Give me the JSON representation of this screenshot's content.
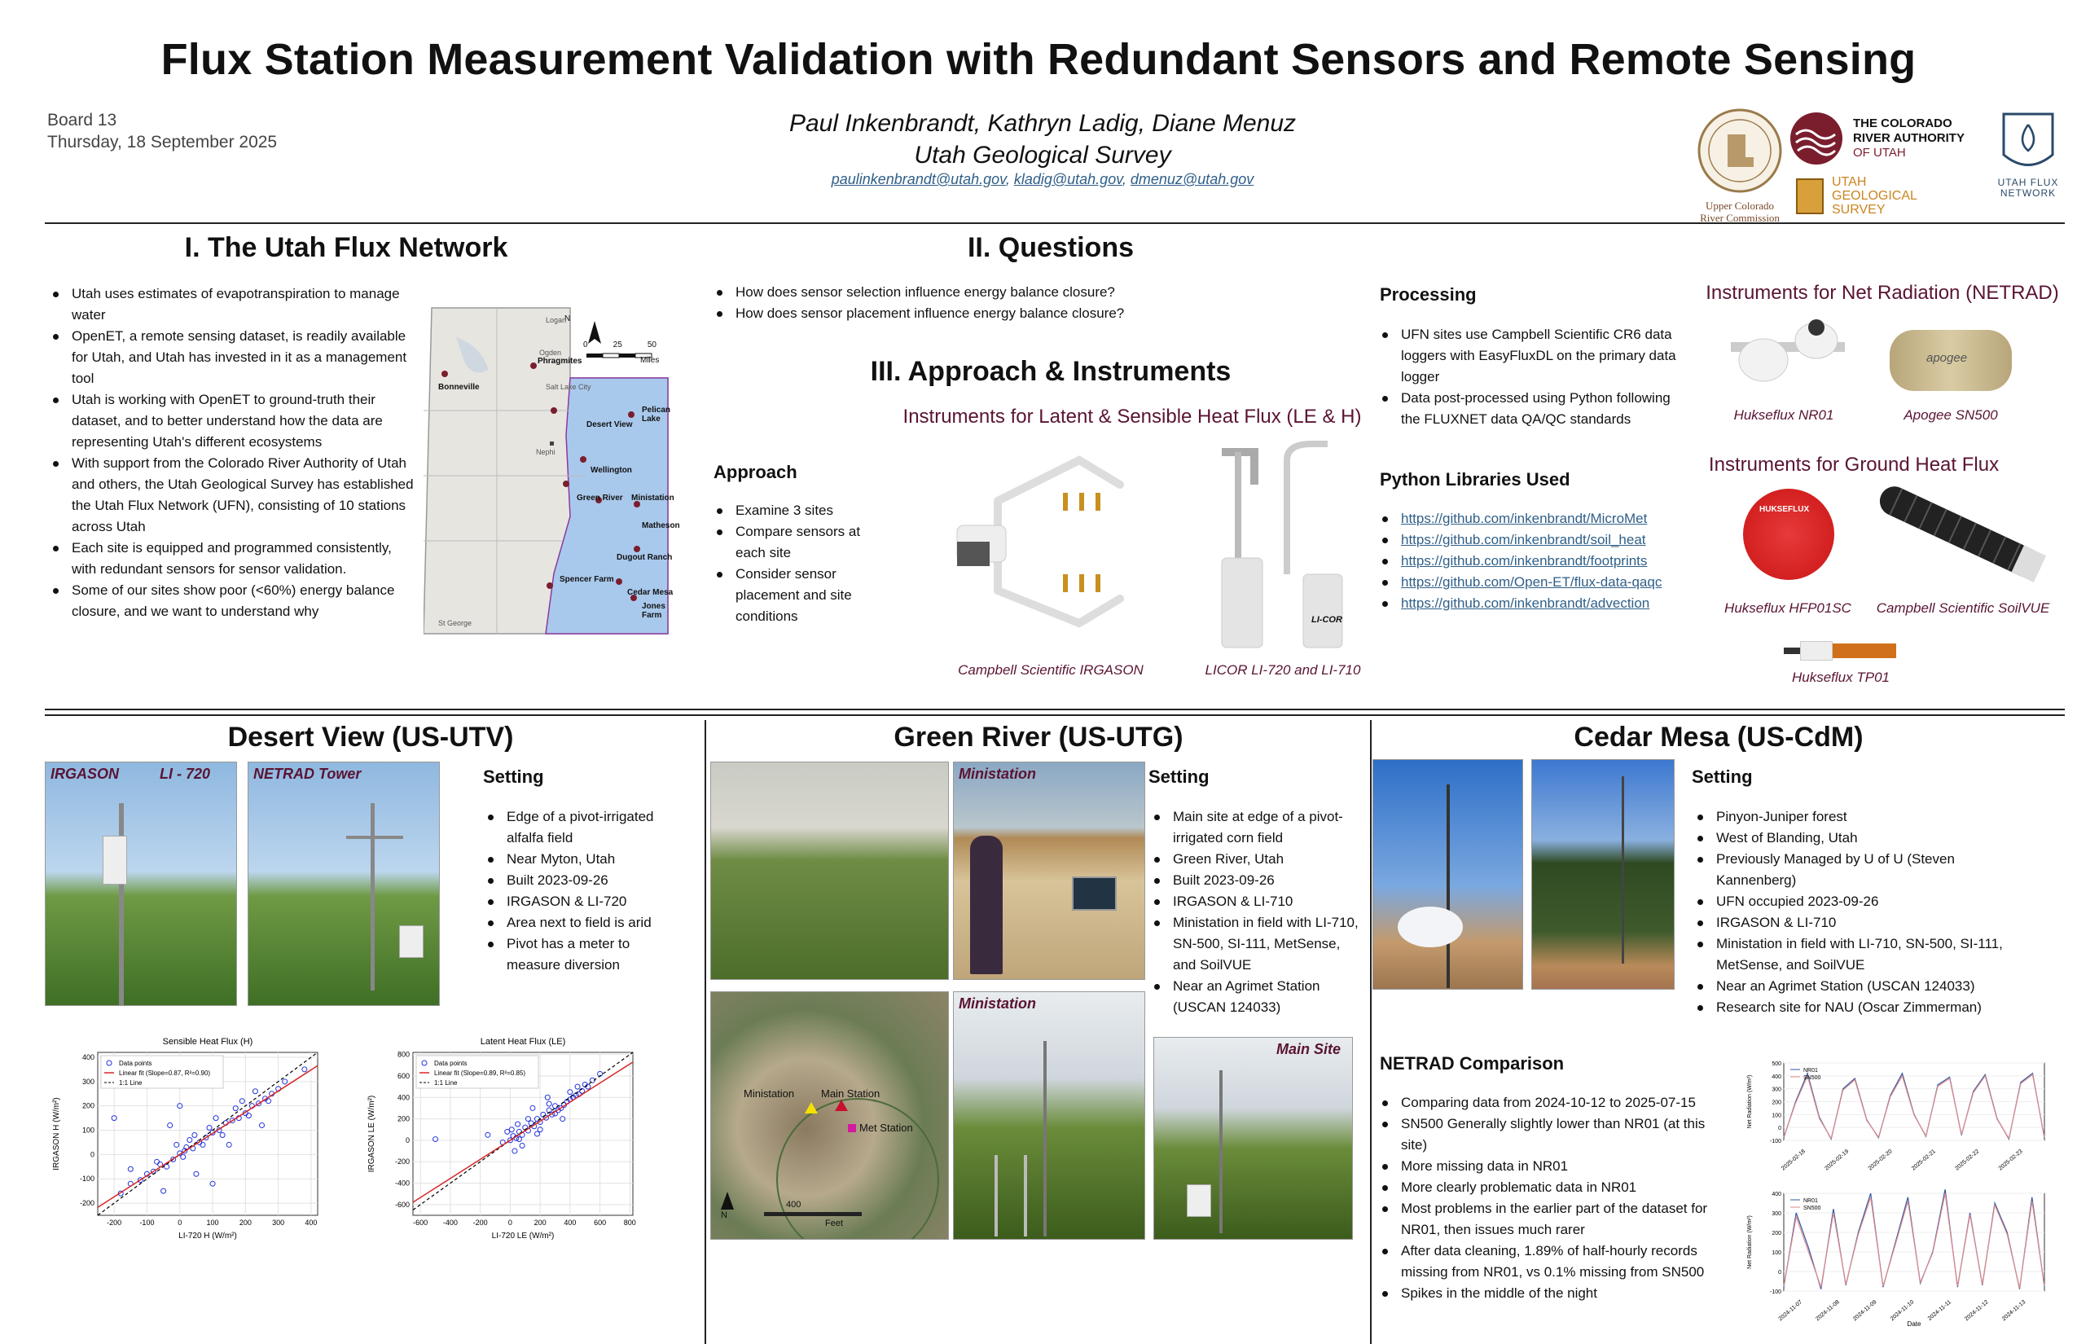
{
  "title": "Flux Station Measurement Validation with Redundant Sensors and Remote Sensing",
  "board": "Board 13",
  "date": "Thursday, 18 September 2025",
  "authors": "Paul Inkenbrandt, Kathryn Ladig, Diane Menuz",
  "affiliation": "Utah Geological Survey",
  "emails": [
    "paulinkenbrandt@utah.gov",
    "kladig@utah.gov",
    "dmenuz@utah.gov"
  ],
  "logos": {
    "ucrc_line1": "Upper Colorado",
    "ucrc_line2": "River Commission",
    "cra_line1": "THE COLORADO",
    "cra_line2": "RIVER AUTHORITY",
    "cra_line3": "OF UTAH",
    "ugs_line1": "UTAH",
    "ugs_line2": "GEOLOGICAL",
    "ugs_line3": "SURVEY",
    "ufn_line1": "UTAH FLUX",
    "ufn_line2": "NETWORK"
  },
  "section1": {
    "heading": "I. The Utah Flux Network",
    "bullets": [
      "Utah uses estimates of evapotranspiration to manage water",
      "OpenET, a remote sensing dataset, is readily available for Utah, and Utah has invested in it as a management tool",
      "Utah is working with OpenET to ground-truth their dataset, and to better understand how the data are representing Utah's different ecosystems",
      "With support from the Colorado River Authority of Utah and others, the Utah Geological Survey has established the Utah Flux Network (UFN), consisting of 10 stations across Utah",
      "Each site is equipped and programmed consistently, with redundant sensors for sensor validation.",
      "Some of our sites show poor (<60%) energy balance closure, and we want to understand why"
    ],
    "map": {
      "scale": [
        "0",
        "25",
        "50"
      ],
      "scale_unit": "Miles",
      "north": "N",
      "towns": [
        "Logan",
        "Ogden",
        "Salt Lake City",
        "Nephi",
        "St George"
      ],
      "sites": [
        "Bonneville",
        "Phragmites",
        "Desert View",
        "Pelican Lake",
        "Wellington",
        "Green River",
        "Ministation",
        "Matheson",
        "Dugout Ranch",
        "Spencer Farm",
        "Cedar Mesa",
        "Jones Farm"
      ]
    }
  },
  "section2": {
    "heading": "II. Questions",
    "bullets": [
      "How does sensor selection influence energy balance closure?",
      "How does sensor placement influence energy balance closure?"
    ]
  },
  "section3": {
    "heading": "III. Approach & Instruments",
    "approach_title": "Approach",
    "approach_bullets": [
      "Examine 3 sites",
      "Compare sensors at each site",
      "Consider sensor placement and site conditions"
    ],
    "le_h_title": "Instruments for Latent & Sensible Heat Flux (LE & H)",
    "le_h_caps": [
      "Campbell Scientific IRGASON",
      "LICOR LI-720 and LI-710"
    ],
    "licor_text": "LI-COR",
    "processing_title": "Processing",
    "processing_bullets": [
      "UFN sites use Campbell Scientific CR6 data loggers with EasyFluxDL on the primary data logger",
      "Data post-processed using Python following the FLUXNET data QA/QC standards"
    ],
    "python_title": "Python Libraries Used",
    "links": [
      "https://github.com/inkenbrandt/MicroMet",
      "https://github.com/inkenbrandt/soil_heat",
      "https://github.com/inkenbrandt/footprints",
      "https://github.com/Open-ET/flux-data-qaqc",
      "https://github.com/inkenbrandt/advection"
    ],
    "netrad_title": "Instruments for Net Radiation (NETRAD)",
    "netrad_caps": [
      "Hukseflux NR01",
      "Apogee SN500"
    ],
    "apogee_text": "apogee",
    "ground_title": "Instruments for Ground Heat Flux",
    "ground_caps": [
      "Hukseflux HFP01SC",
      "Campbell Scientific SoilVUE",
      "Hukseflux TP01"
    ],
    "hfp_text": "HUKSEFLUX"
  },
  "desert": {
    "heading": "Desert View (US-UTV)",
    "photo1_tags": [
      "IRGASON",
      "LI - 720"
    ],
    "photo2_tag": "NETRAD Tower",
    "setting_title": "Setting",
    "bullets": [
      "Edge of a pivot-irrigated alfalfa field",
      "Near Myton, Utah",
      "Built 2023-09-26",
      "IRGASON & LI-720",
      "Area next to field is arid",
      "Pivot has a meter to measure diversion"
    ]
  },
  "green": {
    "heading": "Green River (US-UTG)",
    "photo_tags": [
      "Ministation",
      "Ministation",
      "Main Site"
    ],
    "map_labels": [
      "Ministation",
      "Main Station",
      "Met Station"
    ],
    "map_scale": "400",
    "map_unit": "Feet",
    "map_north": "N",
    "setting_title": "Setting",
    "bullets": [
      "Main site at edge of a pivot-irrigated corn field",
      "Green River, Utah",
      "Built 2023-09-26",
      "IRGASON & LI-710",
      "Ministation in field with LI-710, SN-500, SI-111, MetSense, and SoilVUE",
      "Near an Agrimet Station (USCAN 124033)"
    ]
  },
  "cedar": {
    "heading": "Cedar Mesa (US-CdM)",
    "setting_title": "Setting",
    "bullets": [
      "Pinyon-Juniper forest",
      "West of Blanding, Utah",
      "Previously Managed by U of U (Steven Kannenberg)",
      "UFN occupied 2023-09-26",
      "IRGASON & LI-710",
      "Ministation in field with LI-710, SN-500, SI-111, MetSense, and SoilVUE",
      "Near an Agrimet Station (USCAN 124033)",
      "Research site for NAU (Oscar Zimmerman)"
    ],
    "netrad_title": "NETRAD Comparison",
    "netrad_bullets": [
      "Comparing data from 2024-10-12 to 2025-07-15",
      "SN500 Generally slightly lower than NR01 (at this site)",
      "More missing data in NR01",
      "More clearly problematic data in NR01",
      "Most problems in the earlier part of the dataset for NR01, then issues much rarer",
      "After data cleaning, 1.89% of half-hourly records missing from NR01, vs 0.1% missing from SN500",
      "Spikes in the middle of the night"
    ]
  },
  "colors": {
    "accent": "#5a1433",
    "link": "#2f5f88",
    "map_blue": "#a9c9ec",
    "scatter": "#2233dd",
    "fit": "#d62728"
  },
  "chart_data": [
    {
      "type": "scatter",
      "title": "Sensible Heat Flux (H)",
      "xlabel": "LI-720 H (W/m²)",
      "ylabel": "IRGASON H (W/m²)",
      "xlim": [
        -250,
        420
      ],
      "ylim": [
        -250,
        420
      ],
      "xticks": [
        "-200",
        "-100",
        "0",
        "100",
        "200",
        "300",
        "400"
      ],
      "yticks": [
        "-200",
        "-100",
        "0",
        "100",
        "200",
        "300",
        "400"
      ],
      "legend": [
        "Data points",
        "Linear fit (Slope=0.87, R²=0.90)",
        "1:1 Line"
      ],
      "fit": {
        "slope": 0.87,
        "intercept": 0,
        "r2": 0.9
      },
      "points": [
        [
          -180,
          -160
        ],
        [
          -150,
          -120
        ],
        [
          -120,
          -105
        ],
        [
          -100,
          -80
        ],
        [
          -80,
          -70
        ],
        [
          -60,
          -40
        ],
        [
          -40,
          -50
        ],
        [
          -20,
          -20
        ],
        [
          0,
          5
        ],
        [
          10,
          -10
        ],
        [
          20,
          30
        ],
        [
          40,
          25
        ],
        [
          60,
          50
        ],
        [
          80,
          70
        ],
        [
          100,
          90
        ],
        [
          120,
          100
        ],
        [
          140,
          130
        ],
        [
          160,
          140
        ],
        [
          180,
          150
        ],
        [
          200,
          170
        ],
        [
          220,
          200
        ],
        [
          240,
          210
        ],
        [
          260,
          230
        ],
        [
          280,
          250
        ],
        [
          300,
          270
        ],
        [
          320,
          300
        ],
        [
          -200,
          150
        ],
        [
          -30,
          120
        ],
        [
          100,
          -120
        ],
        [
          380,
          350
        ],
        [
          -50,
          -150
        ],
        [
          50,
          -80
        ],
        [
          0,
          200
        ],
        [
          150,
          40
        ],
        [
          250,
          120
        ],
        [
          -150,
          -60
        ],
        [
          30,
          60
        ],
        [
          70,
          40
        ],
        [
          90,
          110
        ],
        [
          130,
          80
        ],
        [
          170,
          190
        ],
        [
          210,
          160
        ],
        [
          230,
          260
        ],
        [
          270,
          220
        ],
        [
          -10,
          40
        ],
        [
          15,
          15
        ],
        [
          -70,
          -30
        ],
        [
          45,
          80
        ],
        [
          110,
          150
        ],
        [
          190,
          220
        ]
      ],
      "grid": true,
      "legend_placement": "top-left"
    },
    {
      "type": "scatter",
      "title": "Latent Heat Flux (LE)",
      "xlabel": "LI-720 LE (W/m²)",
      "ylabel": "IRGASON LE (W/m²)",
      "xlim": [
        -650,
        820
      ],
      "ylim": [
        -700,
        820
      ],
      "xticks": [
        "-600",
        "-400",
        "-200",
        "0",
        "200",
        "400",
        "600",
        "800"
      ],
      "yticks": [
        "-600",
        "-400",
        "-200",
        "0",
        "200",
        "400",
        "600",
        "800"
      ],
      "legend": [
        "Data points",
        "Linear fit (Slope=0.89, R²=0.85)",
        "1:1 Line"
      ],
      "fit": {
        "slope": 0.89,
        "intercept": 0,
        "r2": 0.85
      },
      "points": [
        [
          -500,
          10
        ],
        [
          -150,
          50
        ],
        [
          -50,
          -20
        ],
        [
          0,
          0
        ],
        [
          20,
          40
        ],
        [
          40,
          20
        ],
        [
          60,
          80
        ],
        [
          80,
          50
        ],
        [
          100,
          120
        ],
        [
          120,
          90
        ],
        [
          140,
          160
        ],
        [
          160,
          130
        ],
        [
          180,
          200
        ],
        [
          200,
          170
        ],
        [
          220,
          240
        ],
        [
          240,
          210
        ],
        [
          260,
          280
        ],
        [
          280,
          240
        ],
        [
          300,
          320
        ],
        [
          320,
          280
        ],
        [
          340,
          300
        ],
        [
          360,
          330
        ],
        [
          380,
          360
        ],
        [
          400,
          380
        ],
        [
          420,
          400
        ],
        [
          440,
          420
        ],
        [
          460,
          430
        ],
        [
          480,
          460
        ],
        [
          500,
          520
        ],
        [
          520,
          500
        ],
        [
          30,
          -100
        ],
        [
          80,
          -50
        ],
        [
          150,
          300
        ],
        [
          250,
          400
        ],
        [
          350,
          200
        ],
        [
          450,
          500
        ],
        [
          550,
          560
        ],
        [
          600,
          620
        ],
        [
          10,
          100
        ],
        [
          60,
          10
        ],
        [
          120,
          200
        ],
        [
          200,
          100
        ],
        [
          300,
          250
        ],
        [
          400,
          450
        ],
        [
          -20,
          80
        ],
        [
          50,
          150
        ],
        [
          180,
          60
        ],
        [
          260,
          340
        ]
      ],
      "grid": true,
      "legend_placement": "top-left"
    },
    {
      "type": "line",
      "ylabel": "Net Radiation (W/m²)",
      "series": [
        {
          "name": "NR01",
          "values": [
            -80,
            200,
            420,
            80,
            -90,
            300,
            380,
            60,
            -80,
            250,
            420,
            100,
            -70,
            330,
            390,
            -60,
            280,
            410,
            70,
            -90,
            350,
            420,
            -80
          ]
        },
        {
          "name": "SN500",
          "values": [
            -75,
            190,
            400,
            70,
            -85,
            290,
            370,
            55,
            -75,
            240,
            400,
            95,
            -65,
            320,
            380,
            -55,
            270,
            400,
            65,
            -85,
            340,
            410,
            -75
          ]
        }
      ],
      "yticks": [
        "-100",
        "0",
        "100",
        "200",
        "300",
        "400",
        "500"
      ],
      "xticks": [
        "2025-02-18",
        "2025-02-19",
        "2025-02-20",
        "2025-02-21",
        "2025-02-22",
        "2025-02-23"
      ],
      "legend_placement": "top-left"
    },
    {
      "type": "line",
      "xlabel": "Date",
      "ylabel": "Net Radiation (W/m²)",
      "series": [
        {
          "name": "NR01",
          "values": [
            -80,
            300,
            120,
            -90,
            320,
            -70,
            200,
            400,
            -80,
            150,
            380,
            -60,
            100,
            420,
            -80,
            300,
            -70,
            350,
            200,
            -90,
            380,
            -80
          ]
        },
        {
          "name": "SN500",
          "values": [
            -75,
            280,
            100,
            -80,
            300,
            -65,
            190,
            380,
            -75,
            140,
            360,
            -55,
            95,
            400,
            -75,
            290,
            -65,
            340,
            190,
            -85,
            360,
            -75
          ]
        }
      ],
      "yticks": [
        "-100",
        "0",
        "100",
        "200",
        "300",
        "400"
      ],
      "xticks": [
        "2024-11-07",
        "2024-11-08",
        "2024-11-09",
        "2024-11-10",
        "2024-11-11",
        "2024-11-12",
        "2024-11-13"
      ],
      "legend_placement": "top-right"
    }
  ]
}
